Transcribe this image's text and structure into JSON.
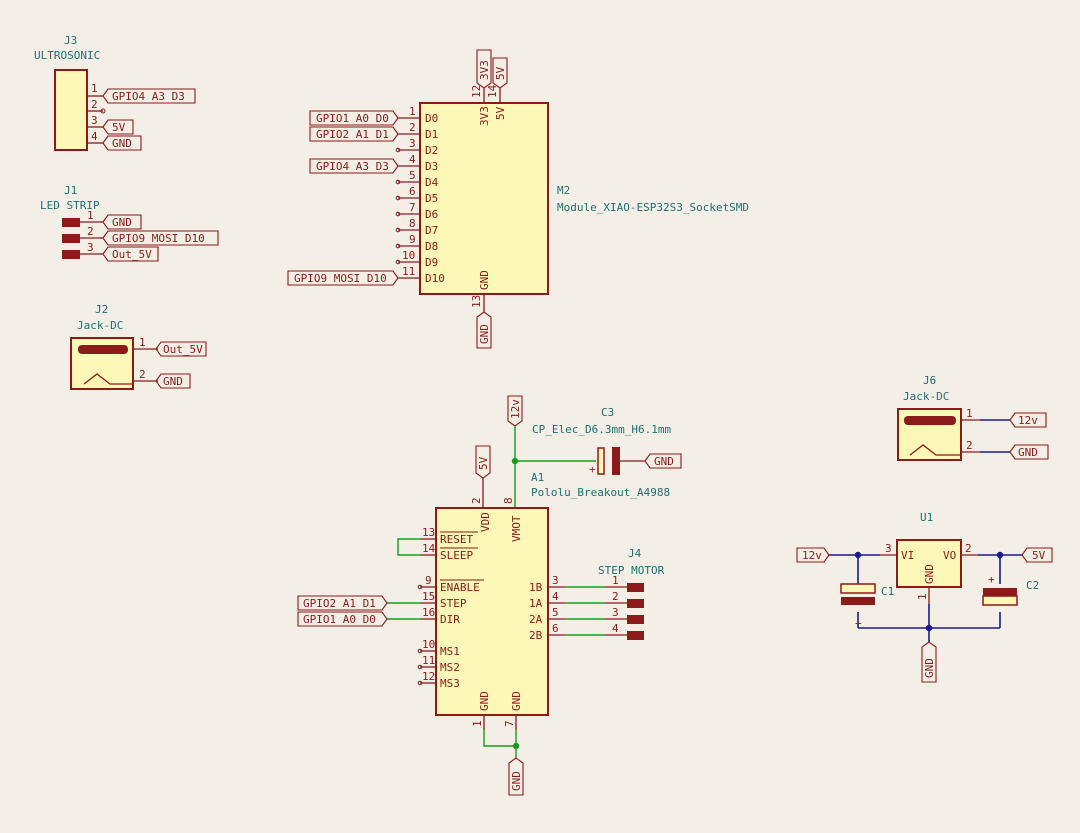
{
  "J3": {
    "ref": "J3",
    "value": "ULTROSONIC",
    "pins": [
      "1",
      "2",
      "3",
      "4"
    ],
    "nets": [
      "GPIO4 A3 D3",
      "5V",
      "GND"
    ]
  },
  "J1": {
    "ref": "J1",
    "value": "LED STRIP",
    "pins": [
      "1",
      "2",
      "3"
    ],
    "nets": [
      "GND",
      "GPIO9 MOSI D10",
      "Out_5V"
    ]
  },
  "J2": {
    "ref": "J2",
    "value": "Jack-DC",
    "pins": [
      "1",
      "2"
    ],
    "nets": [
      "Out_5V",
      "GND"
    ]
  },
  "M2": {
    "ref": "M2",
    "value": "Module_XIAO-ESP32S3_SocketSMD",
    "left_pins": [
      {
        "num": "1",
        "name": "D0",
        "net": "GPIO1 A0 D0"
      },
      {
        "num": "2",
        "name": "D1",
        "net": "GPIO2 A1 D1"
      },
      {
        "num": "3",
        "name": "D2",
        "net": ""
      },
      {
        "num": "4",
        "name": "D3",
        "net": "GPIO4 A3 D3"
      },
      {
        "num": "5",
        "name": "D4",
        "net": ""
      },
      {
        "num": "6",
        "name": "D5",
        "net": ""
      },
      {
        "num": "7",
        "name": "D6",
        "net": ""
      },
      {
        "num": "8",
        "name": "D7",
        "net": ""
      },
      {
        "num": "9",
        "name": "D8",
        "net": ""
      },
      {
        "num": "10",
        "name": "D9",
        "net": ""
      },
      {
        "num": "11",
        "name": "D10",
        "net": "GPIO9 MOSI D10"
      }
    ],
    "top_pins": [
      {
        "num": "12",
        "name": "3V3",
        "net": "3V3"
      },
      {
        "num": "14",
        "name": "5V",
        "net": "5V"
      }
    ],
    "bottom_pin": {
      "num": "13",
      "name": "GND",
      "net": "GND"
    }
  },
  "C3": {
    "ref": "C3",
    "value": "CP_Elec_D6.3mm_H6.1mm",
    "plus": "+",
    "net": "GND"
  },
  "A1": {
    "ref": "A1",
    "value": "Pololu_Breakout_A4988",
    "top_pins": [
      {
        "num": "2",
        "name": "VDD",
        "net": "5V"
      },
      {
        "num": "8",
        "name": "VMOT",
        "net": "12v"
      }
    ],
    "left_pins": [
      {
        "num": "13",
        "name": "RESET"
      },
      {
        "num": "14",
        "name": "SLEEP"
      },
      {
        "num": "9",
        "name": "ENABLE"
      },
      {
        "num": "15",
        "name": "STEP",
        "net": "GPIO2 A1 D1"
      },
      {
        "num": "16",
        "name": "DIR",
        "net": "GPIO1 A0 D0"
      },
      {
        "num": "10",
        "name": "MS1"
      },
      {
        "num": "11",
        "name": "MS2"
      },
      {
        "num": "12",
        "name": "MS3"
      }
    ],
    "right_pins": [
      {
        "num": "3",
        "name": "1B"
      },
      {
        "num": "4",
        "name": "1A"
      },
      {
        "num": "5",
        "name": "2A"
      },
      {
        "num": "6",
        "name": "2B"
      }
    ],
    "bottom_pins": [
      {
        "num": "1",
        "name": "GND"
      },
      {
        "num": "7",
        "name": "GND"
      }
    ],
    "gnd_net": "GND"
  },
  "J4": {
    "ref": "J4",
    "value": "STEP MOTOR",
    "pins": [
      "1",
      "2",
      "3",
      "4"
    ]
  },
  "J6": {
    "ref": "J6",
    "value": "Jack-DC",
    "pins": [
      "1",
      "2"
    ],
    "nets": [
      "12v",
      "GND"
    ]
  },
  "U1": {
    "ref": "U1",
    "pins": [
      {
        "num": "3",
        "name": "VI"
      },
      {
        "num": "2",
        "name": "VO"
      },
      {
        "num": "1",
        "name": "GND"
      }
    ],
    "in_net": "12v",
    "out_net": "5V",
    "gnd_net": "GND"
  },
  "C1": {
    "ref": "C1",
    "plus": "+"
  },
  "C2": {
    "ref": "C2",
    "plus": "+"
  }
}
